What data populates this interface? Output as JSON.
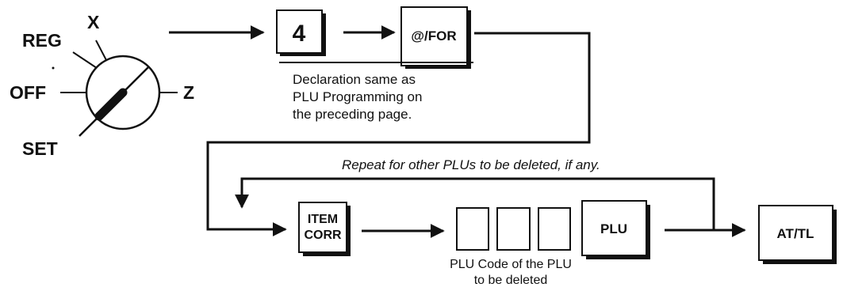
{
  "mode_switch": {
    "positions": [
      "REG",
      "X",
      "OFF",
      "Z",
      "SET"
    ]
  },
  "step1": {
    "key_number": "4",
    "key_function": "@/FOR",
    "note_lines": [
      "Declaration same as",
      "PLU Programming on",
      "the preceding page."
    ]
  },
  "step2": {
    "repeat_note": "Repeat for other PLUs to be deleted, if any.",
    "item_corr_lines": [
      "ITEM",
      "CORR"
    ],
    "plu_key": "PLU",
    "code_caption_lines": [
      "PLU Code of the PLU",
      "to be deleted"
    ],
    "at_tl_key": "AT/TL"
  }
}
